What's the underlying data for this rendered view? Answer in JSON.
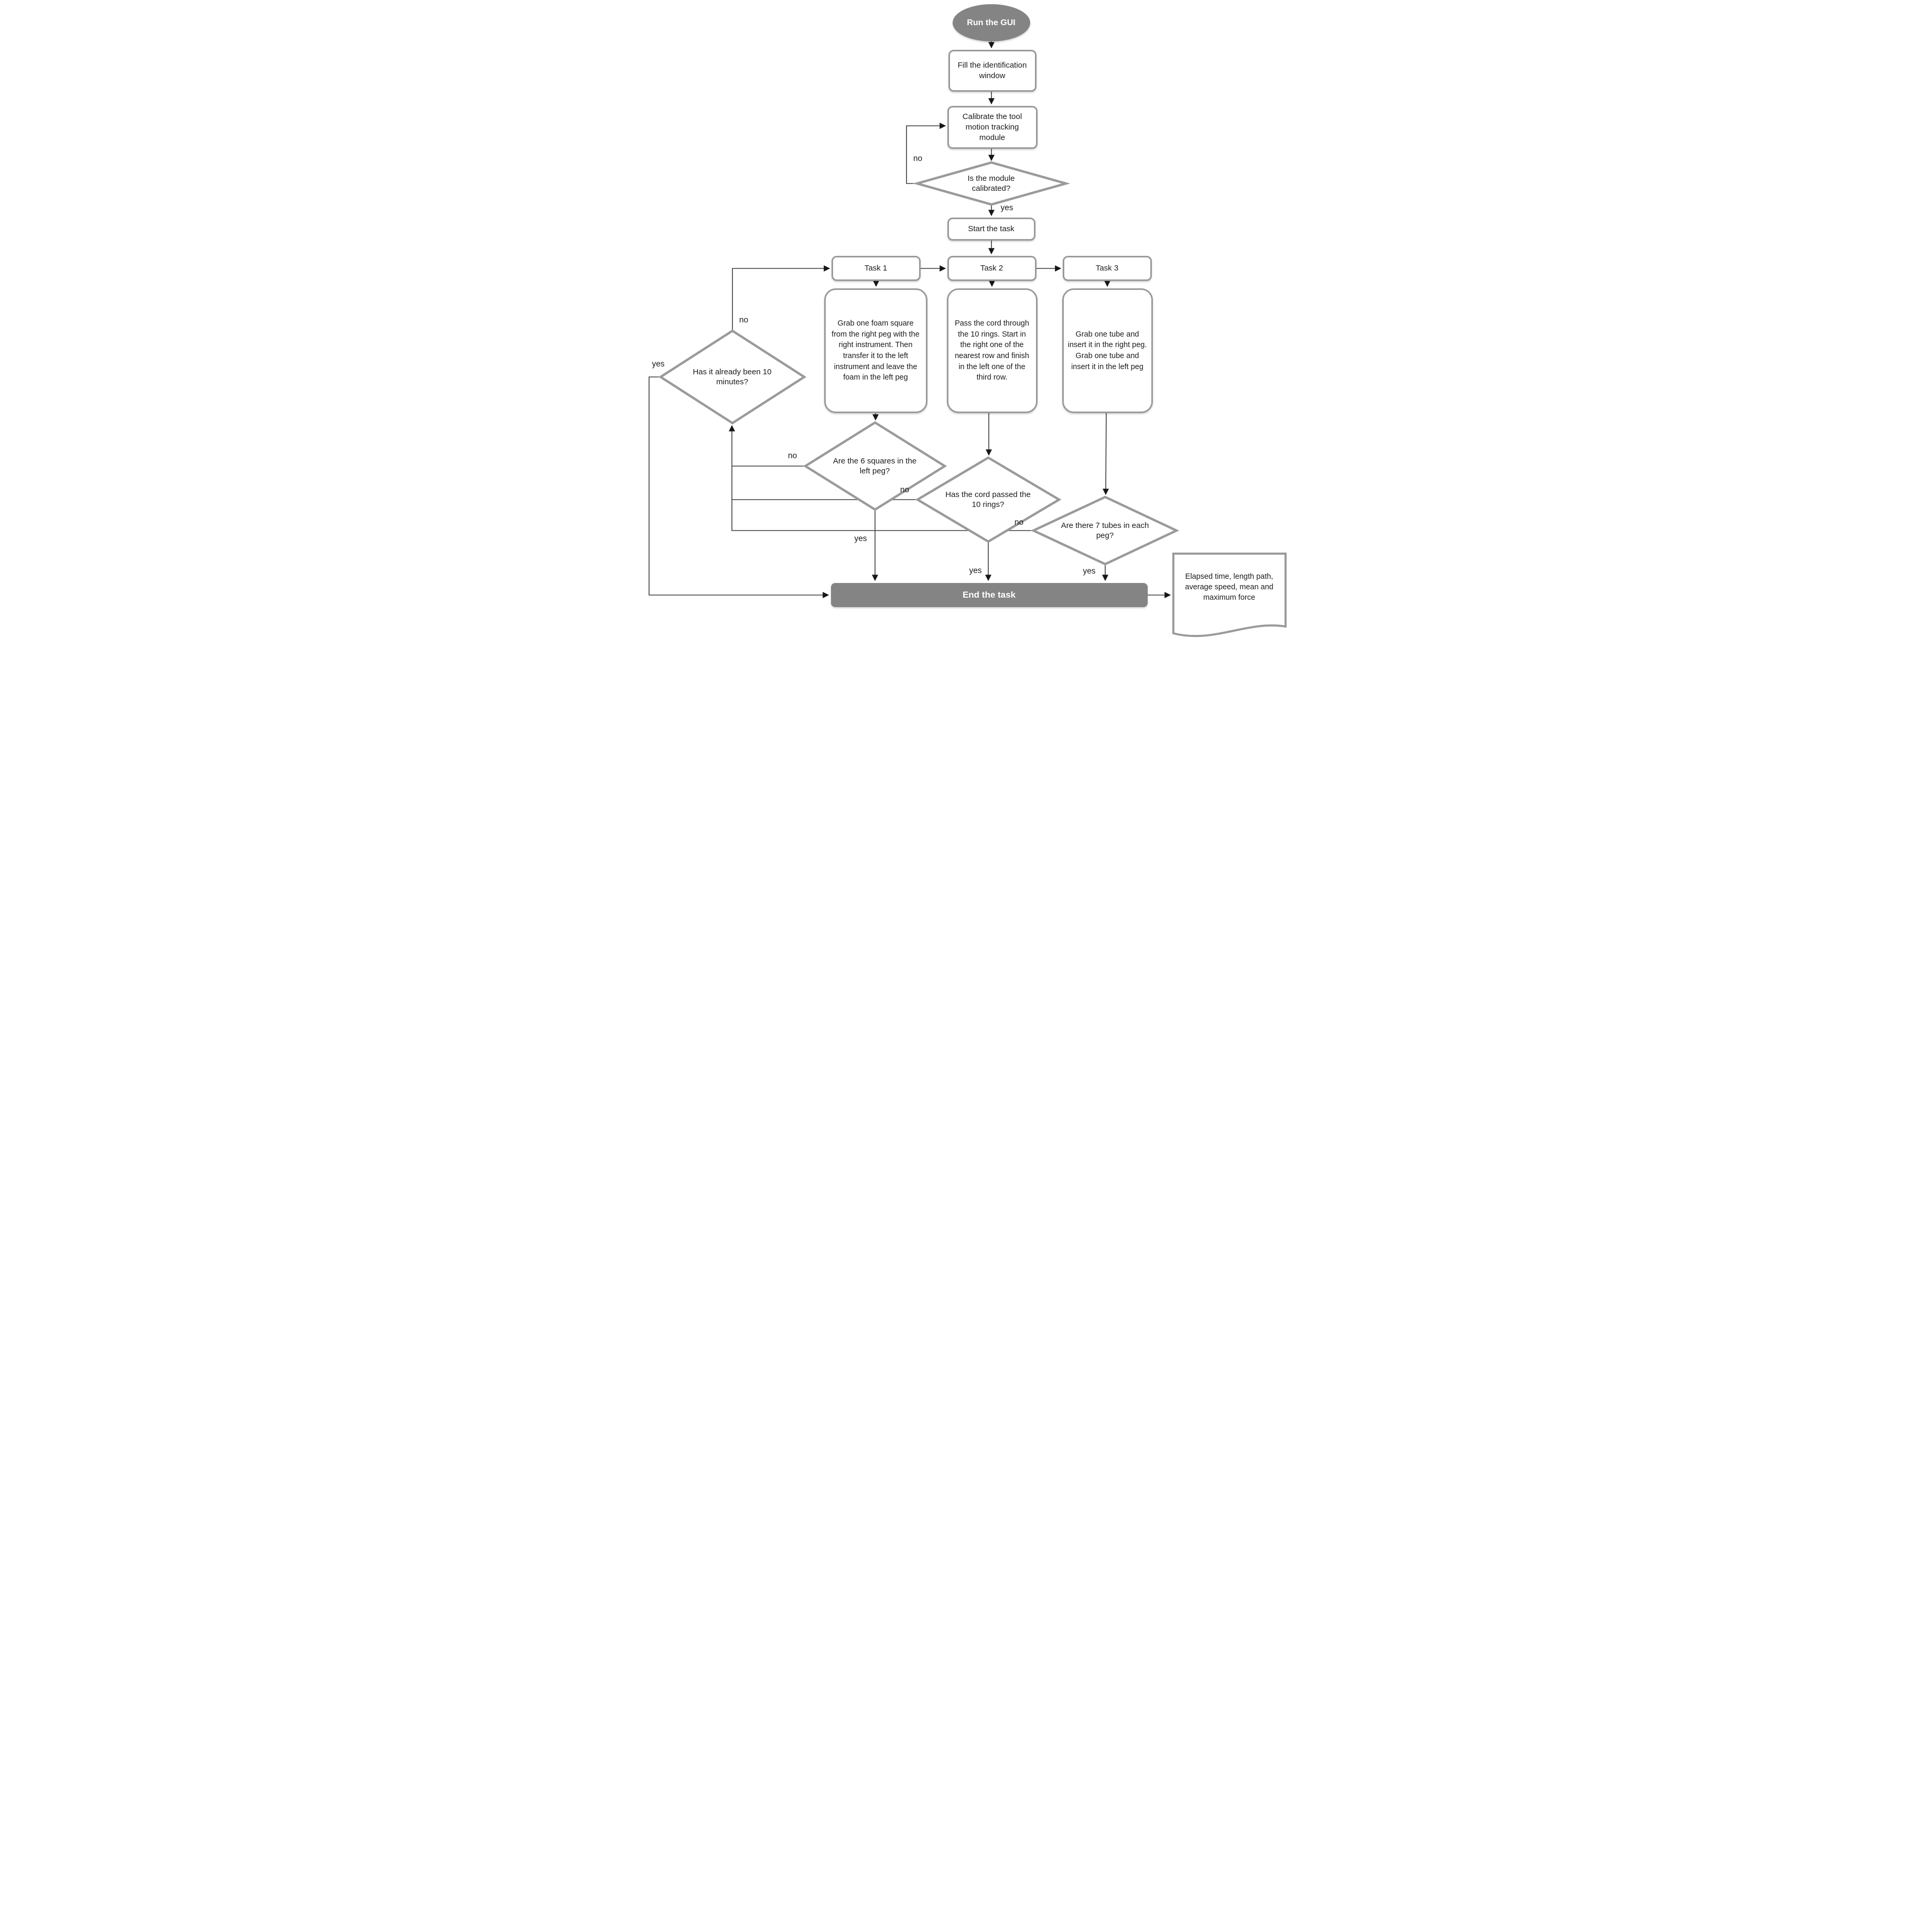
{
  "diagram": {
    "type": "flowchart",
    "description": "GUI task protocol flowchart"
  },
  "colors": {
    "shape_gray": "#848484",
    "border_gray": "#9a9a9a",
    "line_color": "#3a3a3a",
    "text_color": "#1a1a1a",
    "bg": "#ffffff"
  },
  "nodes": {
    "run_gui": {
      "label": "Run the GUI",
      "shape": "ellipse"
    },
    "fill_identification": {
      "label": "Fill the identification window",
      "shape": "rounded-rect"
    },
    "calibrate": {
      "label": "Calibrate the tool motion tracking module",
      "shape": "rounded-rect"
    },
    "is_calibrated": {
      "label": "Is the module calibrated?",
      "shape": "diamond"
    },
    "start_task": {
      "label": "Start the task",
      "shape": "rounded-rect"
    },
    "task1": {
      "label": "Task 1",
      "shape": "rounded-rect"
    },
    "task2": {
      "label": "Task 2",
      "shape": "rounded-rect"
    },
    "task3": {
      "label": "Task 3",
      "shape": "rounded-rect"
    },
    "task1_desc": {
      "label": "Grab one foam square from the right peg with the right instrument. Then transfer it to the left instrument and leave the foam in the left peg",
      "shape": "rounded-rect"
    },
    "task2_desc": {
      "label": "Pass the cord through the 10 rings. Start in the right one of the nearest row and finish in the left one of the third row.",
      "shape": "rounded-rect"
    },
    "task3_desc": {
      "label": "Grab one tube and insert it in the right peg. Grab one tube and insert it in the left peg",
      "shape": "rounded-rect"
    },
    "six_squares": {
      "label": "Are the 6 squares in the left peg?",
      "shape": "diamond"
    },
    "cord_passed": {
      "label": "Has the cord passed the 10 rings?",
      "shape": "diamond"
    },
    "seven_tubes": {
      "label": "Are there 7 tubes in each peg?",
      "shape": "diamond"
    },
    "ten_minutes": {
      "label": "Has it already been 10 minutes?",
      "shape": "diamond"
    },
    "end_task": {
      "label": "End the task",
      "shape": "bar"
    },
    "results": {
      "label": "Elapsed time, length path, average speed, mean and maximum force",
      "shape": "document"
    }
  },
  "edge_labels": {
    "calibrated_no": "no",
    "calibrated_yes": "yes",
    "ten_minutes_no": "no",
    "ten_minutes_yes": "yes",
    "six_squares_no": "no",
    "six_squares_yes": "yes",
    "cord_no": "no",
    "cord_yes": "yes",
    "tubes_no": "no",
    "tubes_yes": "yes"
  }
}
